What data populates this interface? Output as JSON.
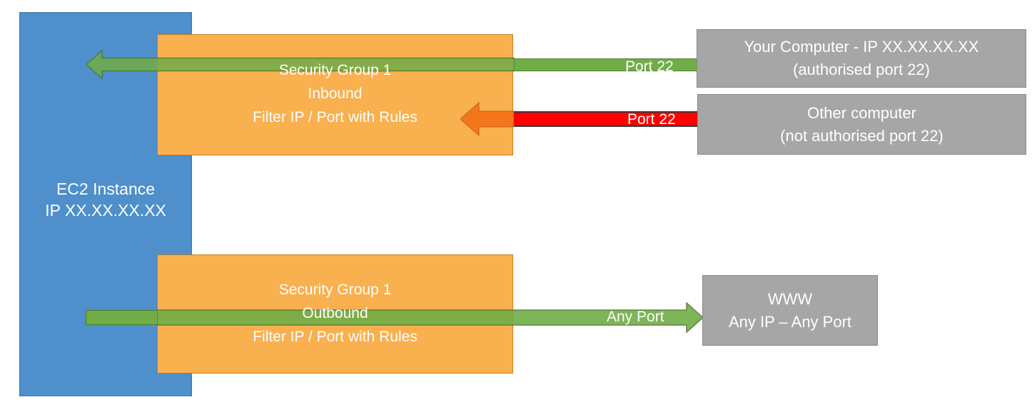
{
  "diagram": {
    "title": "EC2 Security Group inbound and outbound traffic filtering",
    "colors": {
      "ec2_blue": "#4E8FCC",
      "security_group_orange": "#F9B04E",
      "allowed_green": "#70AD47",
      "blocked_red": "#FF0000",
      "blocked_arrow_orange": "#F4761A",
      "endpoint_grey": "#A6A6A6",
      "text_white": "#FFFFFF"
    }
  },
  "ec2": {
    "line1": "EC2 Instance",
    "line2": "IP XX.XX.XX.XX"
  },
  "security_groups": {
    "inbound": {
      "line1": "Security Group 1",
      "line2": "Inbound",
      "line3": "Filter IP / Port with Rules"
    },
    "outbound": {
      "line1": "Security Group 1",
      "line2": "Outbound",
      "line3": "Filter IP / Port with Rules"
    }
  },
  "flows": {
    "allowed_inbound": {
      "port_label": "Port 22",
      "status": "allowed",
      "direction": "inbound"
    },
    "blocked_inbound": {
      "port_label": "Port 22",
      "status": "blocked",
      "direction": "inbound"
    },
    "outbound": {
      "port_label": "Any Port",
      "status": "allowed",
      "direction": "outbound"
    }
  },
  "endpoints": {
    "your_computer": {
      "line1": "Your Computer - IP XX.XX.XX.XX",
      "line2": "(authorised port 22)"
    },
    "other_computer": {
      "line1": "Other computer",
      "line2": "(not authorised port 22)"
    },
    "www": {
      "line1": "WWW",
      "line2": "Any IP – Any Port"
    }
  }
}
